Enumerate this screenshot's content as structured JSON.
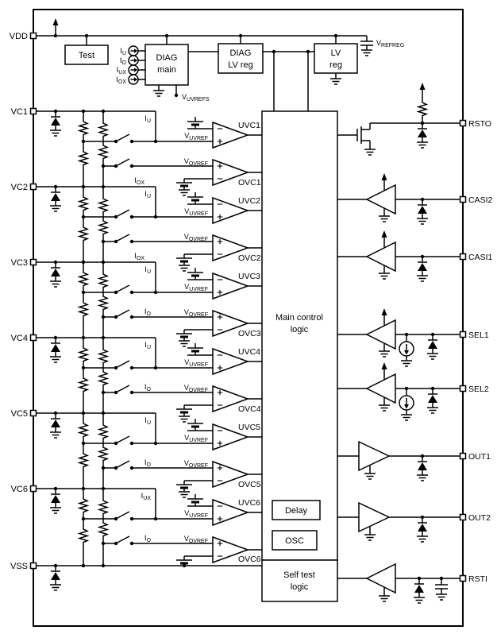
{
  "diagram": {
    "pins": {
      "left": [
        "VDD",
        "VC1",
        "VC2",
        "VC3",
        "VC4",
        "VC5",
        "VC6",
        "VSS"
      ],
      "right": [
        "RSTO",
        "CASI2",
        "CASI1",
        "SEL1",
        "SEL2",
        "OUT1",
        "OUT2",
        "RSTI"
      ]
    },
    "blocks": {
      "test": "Test",
      "diag_main": {
        "l1": "DIAG",
        "l2": "main"
      },
      "diag_lv": {
        "l1": "DIAG",
        "l2": "LV reg"
      },
      "lv": {
        "l1": "LV",
        "l2": "reg"
      },
      "main": {
        "l1": "Main control",
        "l2": "logic"
      },
      "delay": "Delay",
      "osc": "OSC",
      "self_test": {
        "l1": "Self test",
        "l2": "logic"
      }
    },
    "refs": {
      "vrefreg": {
        "base": "V",
        "sub": "REFREG"
      },
      "vuvrefs": {
        "base": "V",
        "sub": "UVREFS"
      },
      "vuvref": {
        "base": "V",
        "sub": "UVREF"
      },
      "vovref": {
        "base": "V",
        "sub": "OVREF"
      }
    },
    "currents": {
      "iu": {
        "base": "I",
        "sub": "U"
      },
      "io": {
        "base": "I",
        "sub": "O"
      },
      "iux": {
        "base": "I",
        "sub": "UX"
      },
      "iox": {
        "base": "I",
        "sub": "OX"
      }
    },
    "comparators": {
      "uvc": [
        "UVC1",
        "UVC2",
        "UVC3",
        "UVC4",
        "UVC5",
        "UVC6"
      ],
      "ovc": [
        "OVC1",
        "OVC2",
        "OVC3",
        "OVC4",
        "OVC5",
        "OVC6"
      ]
    }
  }
}
